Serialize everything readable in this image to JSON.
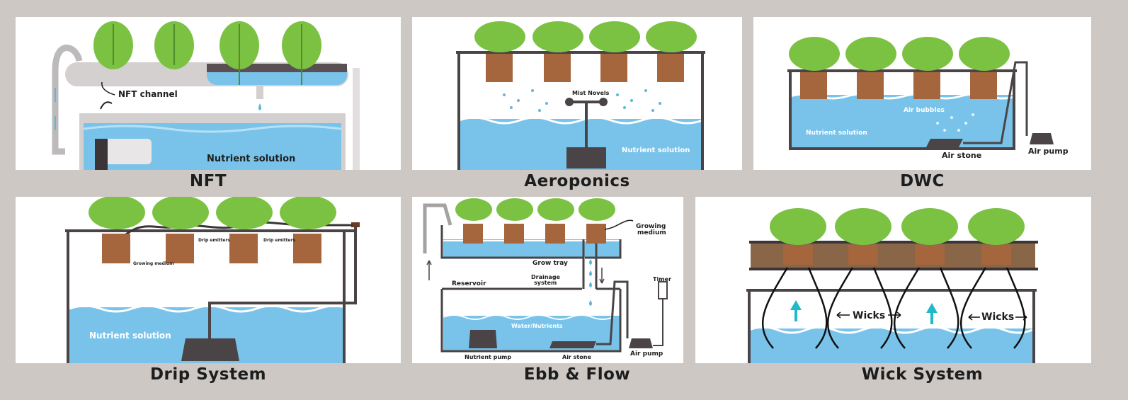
{
  "colors": {
    "background": "#cdc8c4",
    "panel": "#ffffff",
    "water": "#79c3ea",
    "frame": "#4a4446",
    "leaf": "#7cc242",
    "arrow": "#1fb9c9"
  },
  "panels": {
    "nft": {
      "title": "NFT",
      "labels": {
        "channel": "NFT channel",
        "solution": "Nutrient solution"
      }
    },
    "aeroponics": {
      "title": "Aeroponics",
      "labels": {
        "mist": "Mist Novels",
        "solution": "Nutrient solution"
      }
    },
    "dwc": {
      "title": "DWC",
      "labels": {
        "bubbles": "Air bubbles",
        "solution": "Nutrient solution",
        "air_stone": "Air stone",
        "air_pump": "Air pump"
      }
    },
    "drip": {
      "title": "Drip System",
      "labels": {
        "emitters_1": "Drip emitters",
        "emitters_2": "Drip emitters",
        "medium": "Growing medium",
        "solution": "Nutrient solution"
      }
    },
    "ebb": {
      "title": "Ebb & Flow",
      "labels": {
        "medium_1": "Growing",
        "medium_2": "medium",
        "grow_tray": "Grow tray",
        "drainage_1": "Drainage",
        "drainage_2": "system",
        "reservoir": "Reservoir",
        "timer": "Timer",
        "water": "Water/Nutrients",
        "nutrient_pump": "Nutrient pump",
        "air_stone": "Air stone",
        "air_pump": "Air pump"
      }
    },
    "wick": {
      "title": "Wick System",
      "labels": {
        "wicks_1": "Wicks",
        "wicks_2": "Wicks"
      }
    }
  }
}
